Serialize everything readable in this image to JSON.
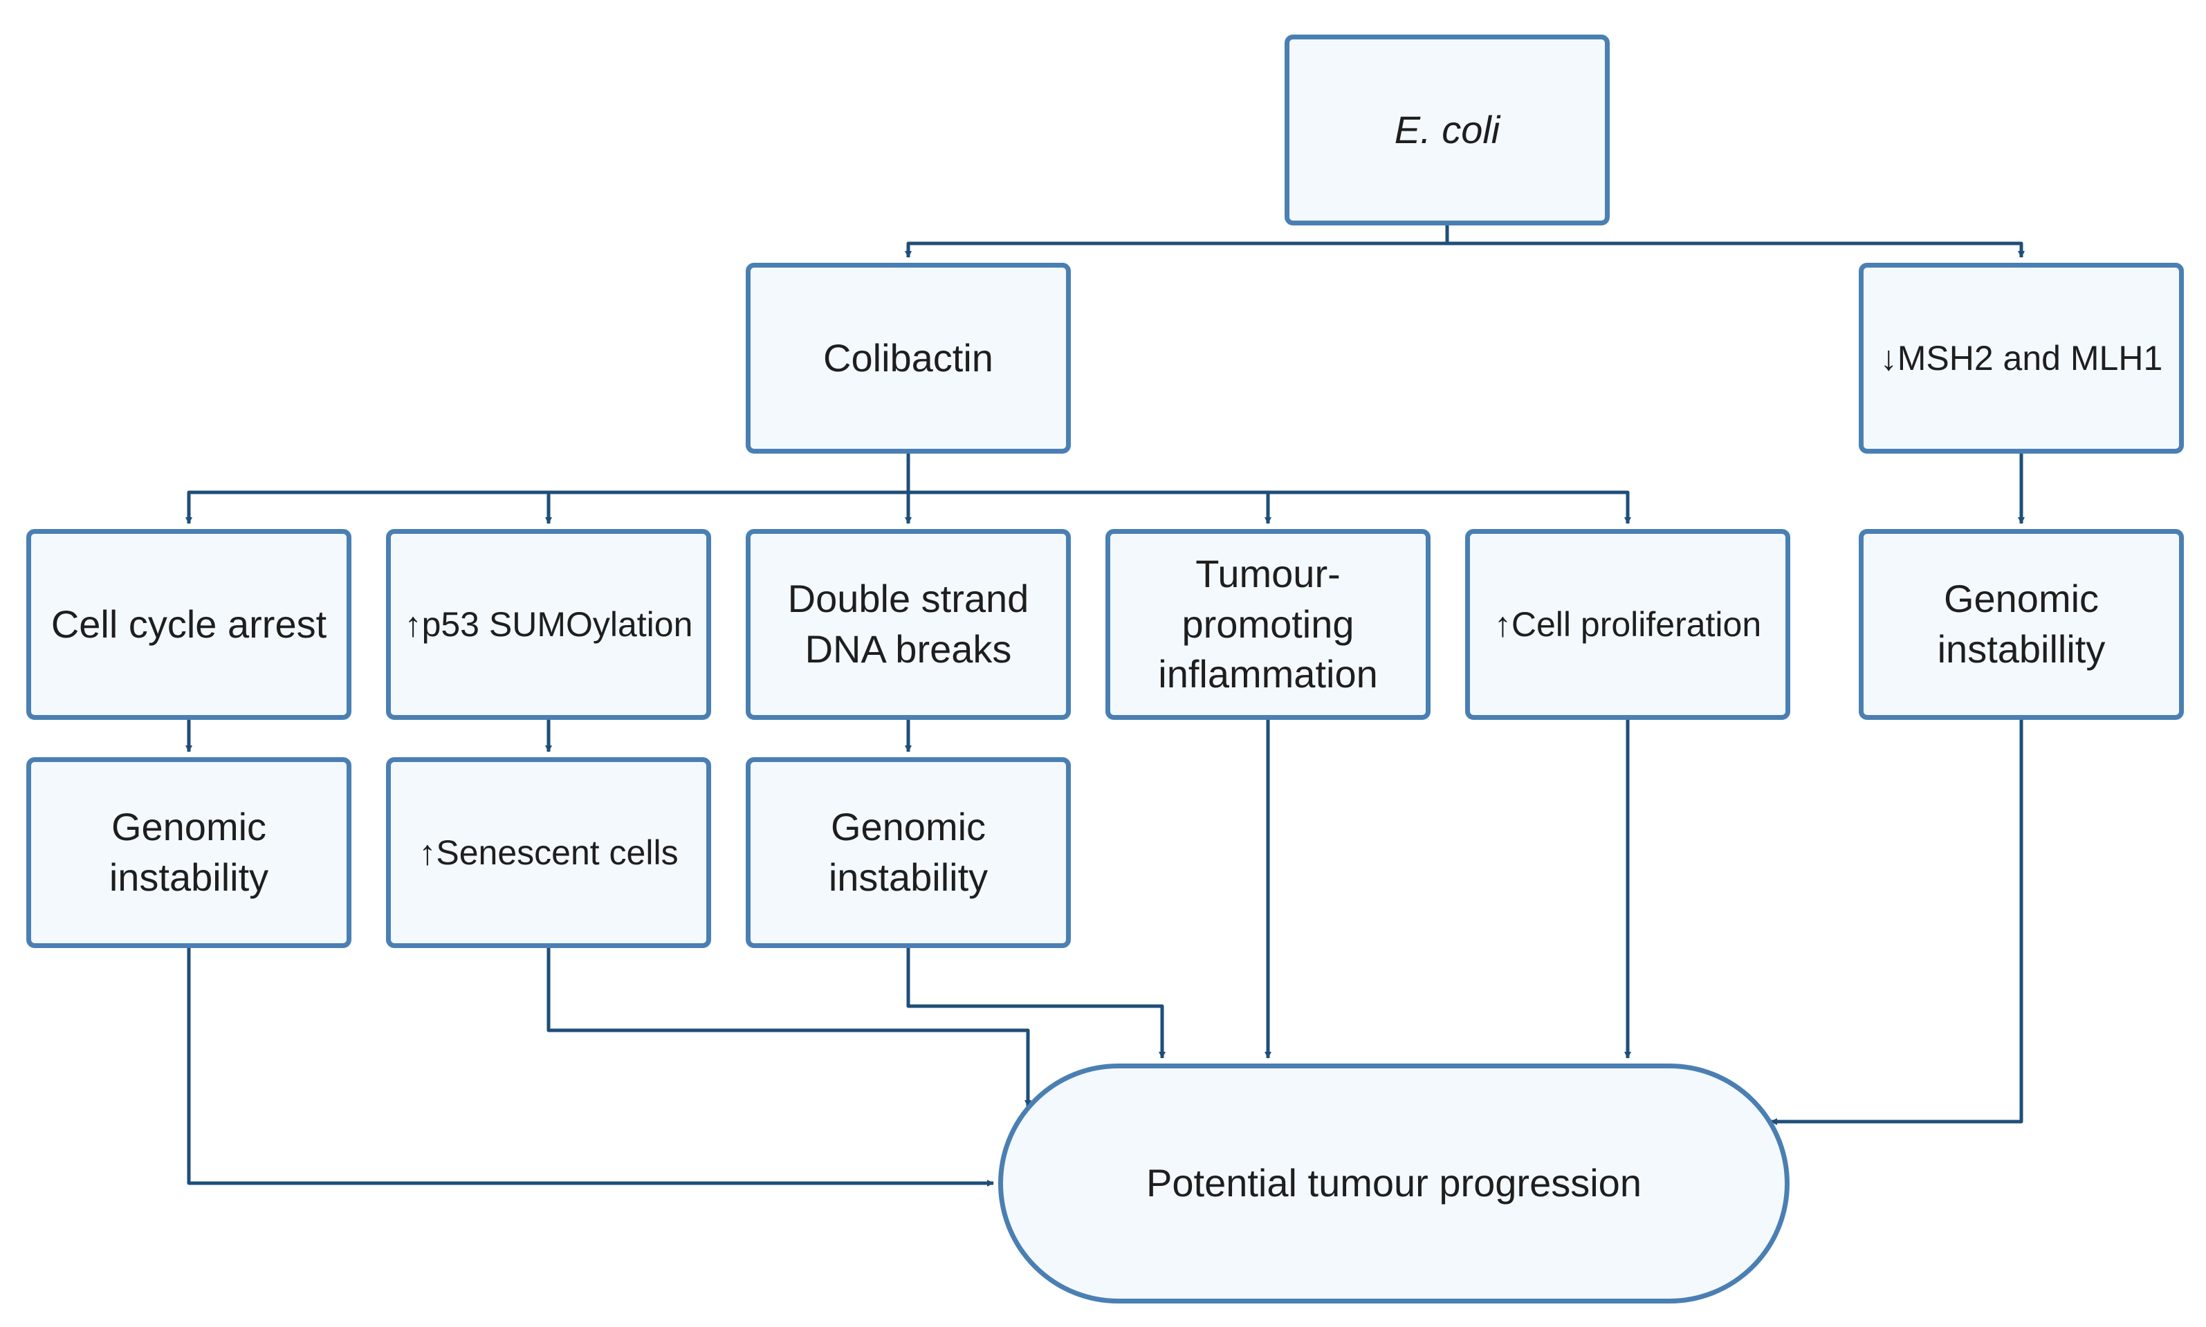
{
  "diagram": {
    "colors": {
      "box_fill": "#f4f9fd",
      "box_border": "#4a7fb3",
      "connector": "#1f4e79",
      "text": "#1e1e1e"
    },
    "nodes": {
      "ecoli": "E. coli",
      "colibactin": "Colibactin",
      "msh2": "↓MSH2 and MLH1",
      "cell_cycle": "Cell cycle arrest",
      "p53": "↑p53 SUMOylation",
      "dsb": "Double strand DNA breaks",
      "inflammation": "Tumour-promoting inflammation",
      "proliferation": "↑Cell proliferation",
      "genomic_right": "Genomic instabillity",
      "genomic_1": "Genomic instability",
      "senescent": "↑Senescent cells",
      "genomic_2": "Genomic instability",
      "outcome": "Potential tumour progression"
    },
    "edges": [
      {
        "from": "ecoli",
        "to": "colibactin"
      },
      {
        "from": "ecoli",
        "to": "msh2"
      },
      {
        "from": "colibactin",
        "to": "cell_cycle"
      },
      {
        "from": "colibactin",
        "to": "p53"
      },
      {
        "from": "colibactin",
        "to": "dsb"
      },
      {
        "from": "colibactin",
        "to": "inflammation"
      },
      {
        "from": "colibactin",
        "to": "proliferation"
      },
      {
        "from": "msh2",
        "to": "genomic_right"
      },
      {
        "from": "cell_cycle",
        "to": "genomic_1"
      },
      {
        "from": "p53",
        "to": "senescent"
      },
      {
        "from": "dsb",
        "to": "genomic_2"
      },
      {
        "from": "genomic_1",
        "to": "outcome"
      },
      {
        "from": "senescent",
        "to": "outcome"
      },
      {
        "from": "genomic_2",
        "to": "outcome"
      },
      {
        "from": "inflammation",
        "to": "outcome"
      },
      {
        "from": "proliferation",
        "to": "outcome"
      },
      {
        "from": "genomic_right",
        "to": "outcome"
      }
    ]
  }
}
